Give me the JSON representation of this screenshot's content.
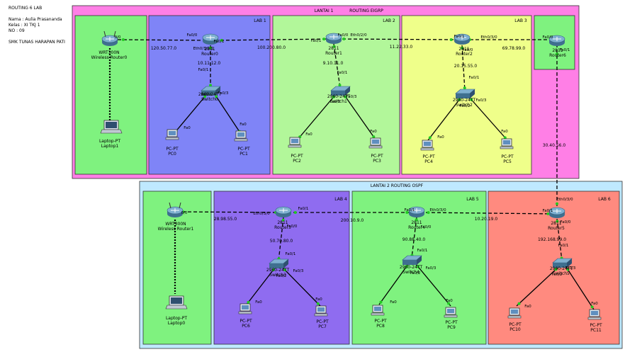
{
  "info": {
    "title": "ROUTING 6 LAB",
    "name": "Nama : Aulia Prasananda",
    "kelas": "Kelas : XI TKJ 1",
    "no": "NO    : 09",
    "school": "SMK TUNAS HARAPAN PATI"
  },
  "colors": {
    "lantai1": "#ff7fe6",
    "lantai2": "#bfe9ff",
    "wireless": "#7ff27f",
    "lab1": "#7f84f7",
    "lab2": "#b2f79a",
    "lab3": "#efff8a",
    "router6_area": "#7ff27f",
    "lab4": "#8f6cf0",
    "lab5": "#7ff27f",
    "lab6": "#ff8a7f",
    "link": "#000000",
    "port": "#22cc22"
  },
  "areas": {
    "lantai1_label": "LANTAI 1",
    "lantai1_routing": "ROUTING EIGRP",
    "lantai2_label": "LANTAI 2 ROUTING OSPF",
    "lab1": "LAB 1",
    "lab2": "LAB 2",
    "lab3": "LAB 3",
    "lab4": "LAB 4",
    "lab5": "LAB 5",
    "lab6": "LAB 6"
  },
  "devices": {
    "wrt0": {
      "model": "WRT300N",
      "name": "Wireless Router0",
      "port": "0/0"
    },
    "laptop1": {
      "model": "Laptop-PT",
      "name": "Laptop1"
    },
    "router0": {
      "model": "2811",
      "name": "Router0"
    },
    "router1": {
      "model": "2811",
      "name": "Router1"
    },
    "router2": {
      "model": "2811",
      "name": "Router2"
    },
    "router6": {
      "model": "2811",
      "name": "Router6"
    },
    "switch0": {
      "model": "2960-24TT",
      "name": "Switch0"
    },
    "switch1": {
      "model": "2960-24TT",
      "name": "Switch1"
    },
    "switch2": {
      "model": "2960-24TT",
      "name": "Switch2"
    },
    "pc0": {
      "model": "PC-PT",
      "name": "PC0"
    },
    "pc1": {
      "model": "PC-PT",
      "name": "PC1"
    },
    "pc2": {
      "model": "PC-PT",
      "name": "PC2"
    },
    "pc3": {
      "model": "PC-PT",
      "name": "PC3"
    },
    "pc4": {
      "model": "PC-PT",
      "name": "PC4"
    },
    "pc5": {
      "model": "PC-PT",
      "name": "PC5"
    },
    "wrt1": {
      "model": "WRT300N",
      "name": "Wireless Router1",
      "port": "0/0"
    },
    "laptop0": {
      "model": "Laptop-PT",
      "name": "Laptop0"
    },
    "router3": {
      "model": "2811",
      "name": "Router3"
    },
    "router4": {
      "model": "2811",
      "name": "Router4"
    },
    "router5": {
      "model": "2811",
      "name": "Router5"
    },
    "switch3": {
      "model": "2960-24TT",
      "name": "Switch3"
    },
    "switch4": {
      "model": "2960-24TT",
      "name": "Switch4"
    },
    "switch5": {
      "model": "2960-24TT",
      "name": "Switch5"
    },
    "pc6": {
      "model": "PC-PT",
      "name": "PC6"
    },
    "pc7": {
      "model": "PC-PT",
      "name": "PC7"
    },
    "pc8": {
      "model": "PC-PT",
      "name": "PC8"
    },
    "pc9": {
      "model": "PC-PT",
      "name": "PC9"
    },
    "pc10": {
      "model": "PC-PT",
      "name": "PC10"
    },
    "pc11": {
      "model": "PC-PT",
      "name": "PC11"
    }
  },
  "ports": {
    "fa0_0": "Fa0/0",
    "fa0_1": "Fa0/1",
    "eth0_3_0": "Eth0/3/0",
    "eth0_3_0_1": "Eth0/3/0/1",
    "eth0_2_0": "Eth0/2/0",
    "fa0_2": "Fa0/2",
    "fa0_3": "Fa0/3",
    "fa0": "Fa0"
  },
  "networks": {
    "n1": "120.50.77.0",
    "n2": "100.200.80.0",
    "n3": "11.22.33.0",
    "n4": "69.78.99.0",
    "n5": "10.11.12.0",
    "n6": "9.10.11.0",
    "n7": "20.15.55.0",
    "n8": "30.40.56.0",
    "n9": "28.98.55.0",
    "n10": "200.10.9.0",
    "n11": "10.20.19.0",
    "n12": "50.70.80.0",
    "n13": "90.88.40.0",
    "n14": "192.168.99.0"
  }
}
